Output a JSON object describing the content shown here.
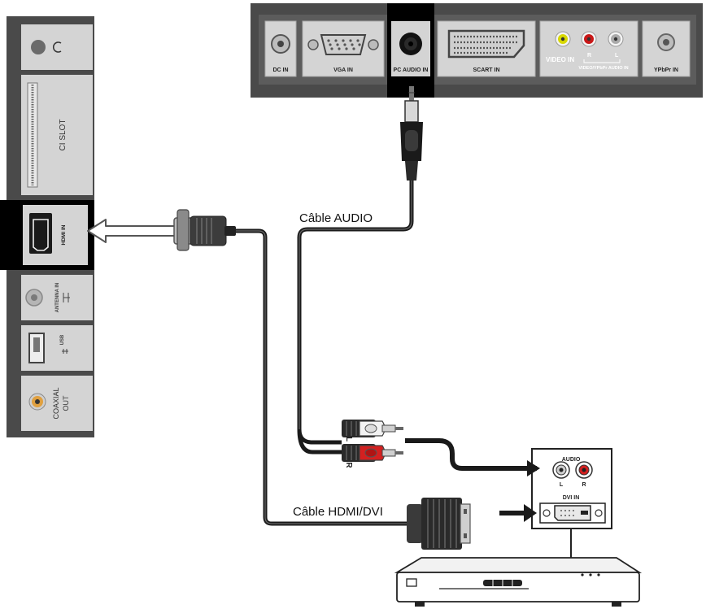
{
  "top_panel": {
    "dc_in": "DC IN",
    "vga_in": "VGA IN",
    "pc_audio_in": "PC AUDIO IN",
    "scart_in": "SCART IN",
    "video_in": "VIDEO IN",
    "r": "R",
    "l": "L",
    "video_ypbpr_audio_in": "VIDEO/YPbPr AUDIO IN",
    "ypbpr_in": "YPbPr IN"
  },
  "side_panel": {
    "ci_slot": "CI SLOT",
    "hdmi_in": "HDMI IN",
    "antenna_in": "ANTENNA IN",
    "usb": "USB",
    "coaxial": "COAXIAL",
    "out": "OUT"
  },
  "cables": {
    "audio": "Câble AUDIO",
    "hdmi_dvi": "Câble HDMI/DVI",
    "rca_l": "L",
    "rca_r": "R"
  },
  "device_panel": {
    "audio": "AUDIO",
    "l": "L",
    "r": "R",
    "dvi_in": "DVI IN"
  }
}
